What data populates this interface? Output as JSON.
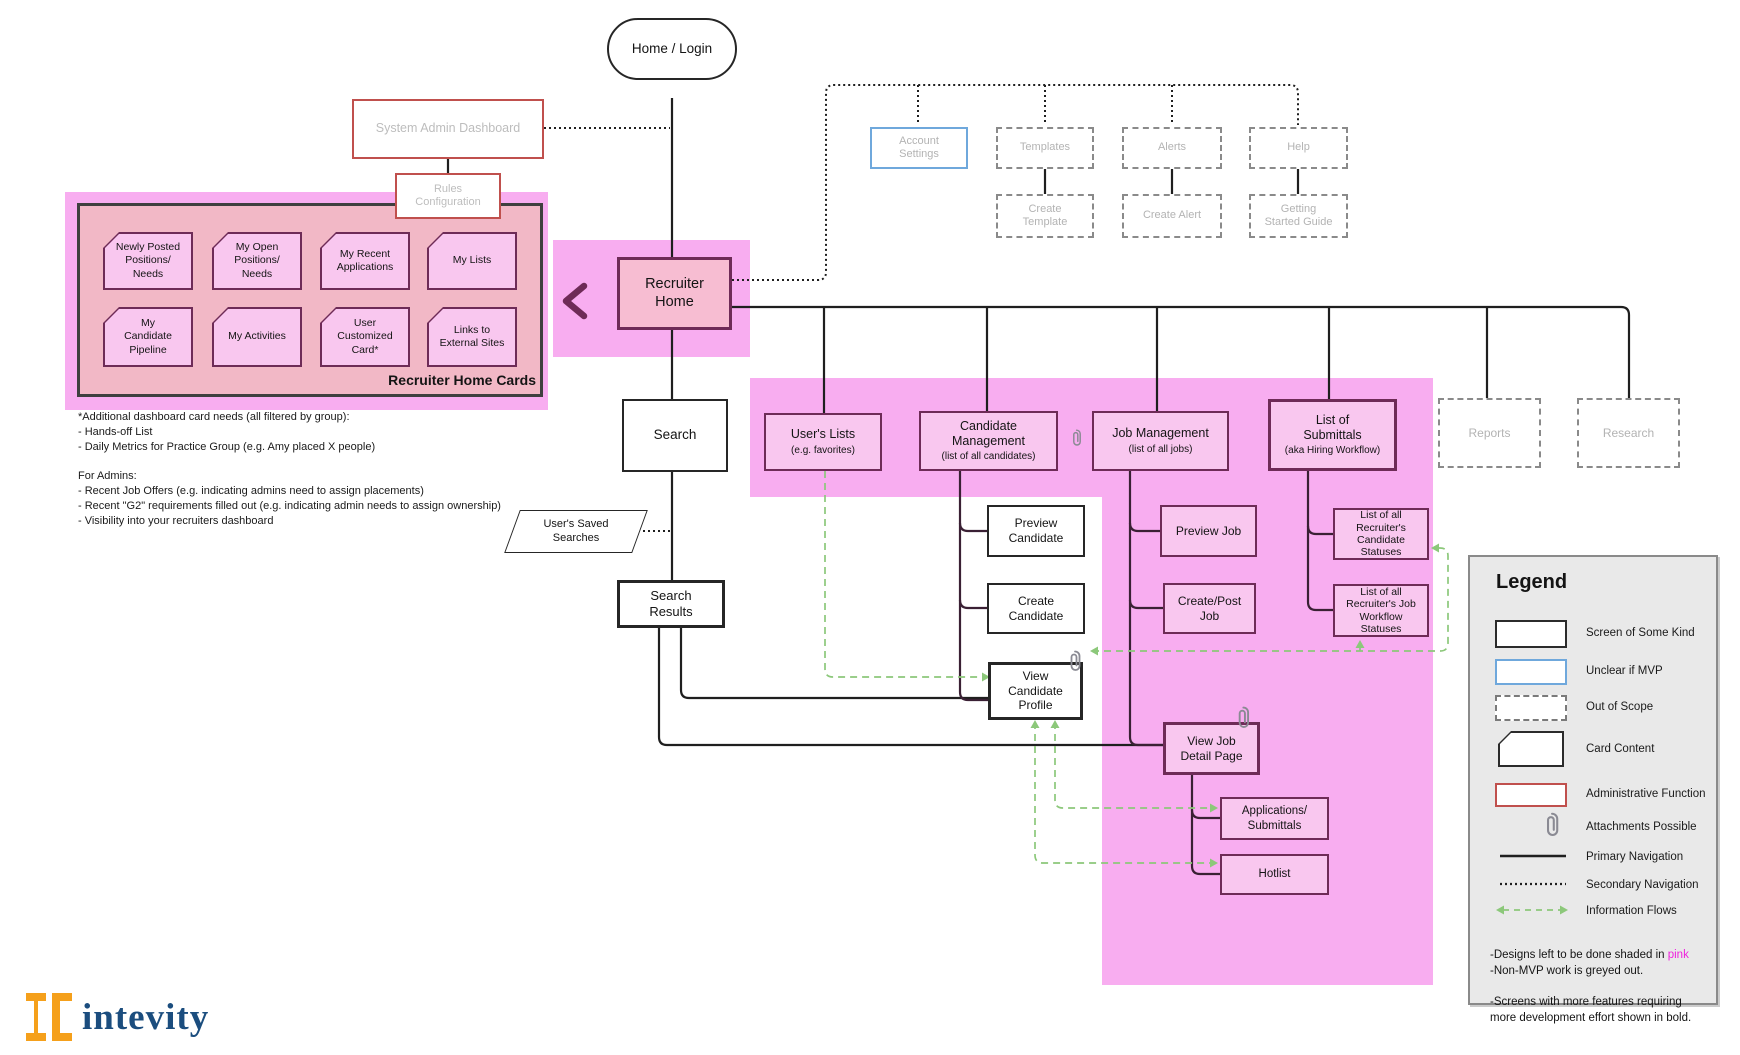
{
  "nodes": {
    "home_login": "Home / Login",
    "system_admin_dashboard": "System Admin Dashboard",
    "rules_configuration": "Rules\nConfiguration",
    "account_settings": "Account\nSettings",
    "templates": "Templates",
    "create_template": "Create\nTemplate",
    "alerts": "Alerts",
    "create_alert": "Create Alert",
    "help": "Help",
    "getting_started_guide": "Getting\nStarted Guide",
    "recruiter_home": "Recruiter\nHome",
    "search": "Search",
    "users_saved_searches": "User's Saved\nSearches",
    "search_results": "Search\nResults",
    "users_lists": {
      "title": "User's Lists",
      "subtitle": "(e.g. favorites)"
    },
    "candidate_management": {
      "title": "Candidate\nManagement",
      "subtitle": "(list of all candidates)"
    },
    "job_management": {
      "title": "Job Management",
      "subtitle": "(list of all jobs)"
    },
    "list_of_submittals": {
      "title": "List of\nSubmittals",
      "subtitle": "(aka Hiring Workflow)"
    },
    "reports": "Reports",
    "research": "Research",
    "preview_candidate": "Preview\nCandidate",
    "create_candidate": "Create\nCandidate",
    "view_candidate_profile": "View\nCandidate\nProfile",
    "preview_job": "Preview Job",
    "create_post_job": "Create/Post\nJob",
    "view_job_detail_page": "View Job\nDetail Page",
    "applications_submittals": "Applications/\nSubmittals",
    "hotlist": "Hotlist",
    "candidate_statuses": "List of all\nRecruiter's\nCandidate\nStatuses",
    "job_workflow_statuses": "List of all\nRecruiter's Job\nWorkflow\nStatuses"
  },
  "recruiter_home_cards": {
    "title": "Recruiter Home Cards",
    "cards": [
      "Newly Posted\nPositions/\nNeeds",
      "My Open\nPositions/\nNeeds",
      "My Recent\nApplications",
      "My Lists",
      "My\nCandidate\nPipeline",
      "My Activities",
      "User\nCustomized\nCard*",
      "Links to\nExternal Sites"
    ]
  },
  "annotations": {
    "dashboard_notes": "*Additional dashboard card needs (all filtered by group):\n- Hands-off List\n- Daily Metrics for Practice Group (e.g. Amy placed X people)\n\nFor Admins:\n- Recent Job Offers (e.g. indicating admins need to assign placements)\n- Recent \"G2\" requirements filled out (e.g. indicating admin needs to assign ownership)\n- Visibility into your recruiters dashboard"
  },
  "legend": {
    "title": "Legend",
    "items": [
      {
        "label": "Screen of Some Kind"
      },
      {
        "label": "Unclear if MVP"
      },
      {
        "label": "Out of Scope"
      },
      {
        "label": "Card Content"
      },
      {
        "label": "Administrative Function"
      },
      {
        "label": "Attachments Possible"
      },
      {
        "label": "Primary Navigation"
      },
      {
        "label": "Secondary Navigation"
      },
      {
        "label": "Information Flows"
      }
    ],
    "notes": {
      "line1_prefix": "-Designs left to be done shaded in ",
      "line1_highlight": "pink",
      "line2": "-Non-MVP work is greyed out.",
      "line3": "-Screens with more features requiring\nmore development effort shown in bold."
    }
  },
  "logo": {
    "text": "intevity"
  },
  "colors": {
    "magenta_highlight": "#f8adf0",
    "panel_pink": "#f2b8c6",
    "card_pink": "#f9c7ef",
    "purple_border": "#6e2b57",
    "admin_red": "#c0504d",
    "mvp_blue": "#6fa8dc",
    "flow_green": "#8cc87a",
    "logo_orange": "#f5a01b",
    "logo_navy": "#1b4d7e"
  }
}
